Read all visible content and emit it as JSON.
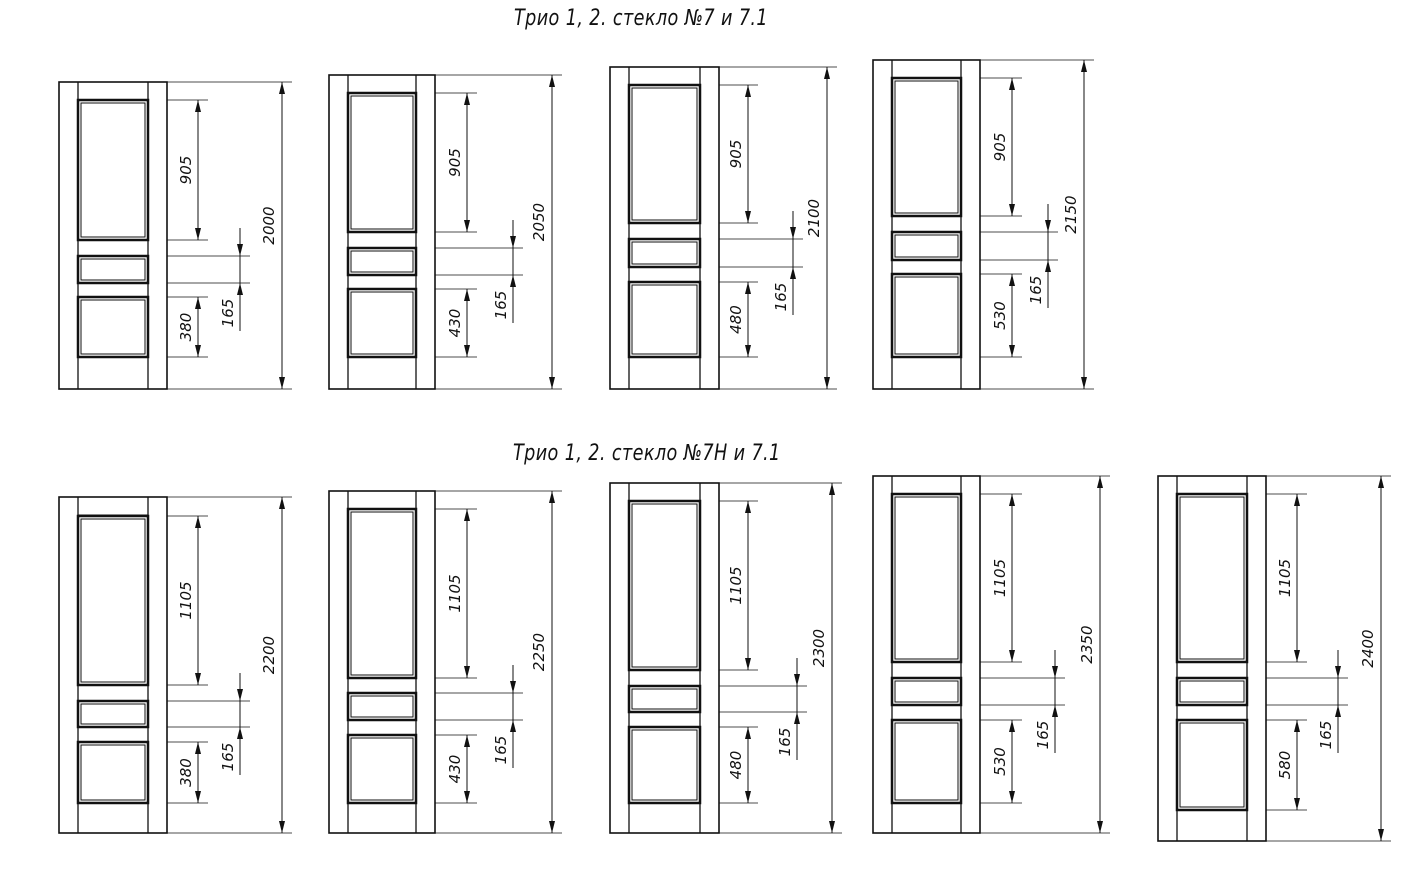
{
  "rows": [
    {
      "title": "Трио 1, 2. стекло №7 и 7.1",
      "doors": [
        {
          "top_panel": "905",
          "middle": "165",
          "bottom": "380",
          "total": "2000"
        },
        {
          "top_panel": "905",
          "middle": "165",
          "bottom": "430",
          "total": "2050"
        },
        {
          "top_panel": "905",
          "middle": "165",
          "bottom": "480",
          "total": "2100"
        },
        {
          "top_panel": "905",
          "middle": "165",
          "bottom": "530",
          "total": "2150"
        }
      ]
    },
    {
      "title": "Трио 1, 2. стекло №7Н и 7.1",
      "doors": [
        {
          "top_panel": "1105",
          "middle": "165",
          "bottom": "380",
          "total": "2200"
        },
        {
          "top_panel": "1105",
          "middle": "165",
          "bottom": "430",
          "total": "2250"
        },
        {
          "top_panel": "1105",
          "middle": "165",
          "bottom": "480",
          "total": "2300"
        },
        {
          "top_panel": "1105",
          "middle": "165",
          "bottom": "530",
          "total": "2350"
        },
        {
          "top_panel": "1105",
          "middle": "165",
          "bottom": "580",
          "total": "2400"
        }
      ]
    }
  ]
}
